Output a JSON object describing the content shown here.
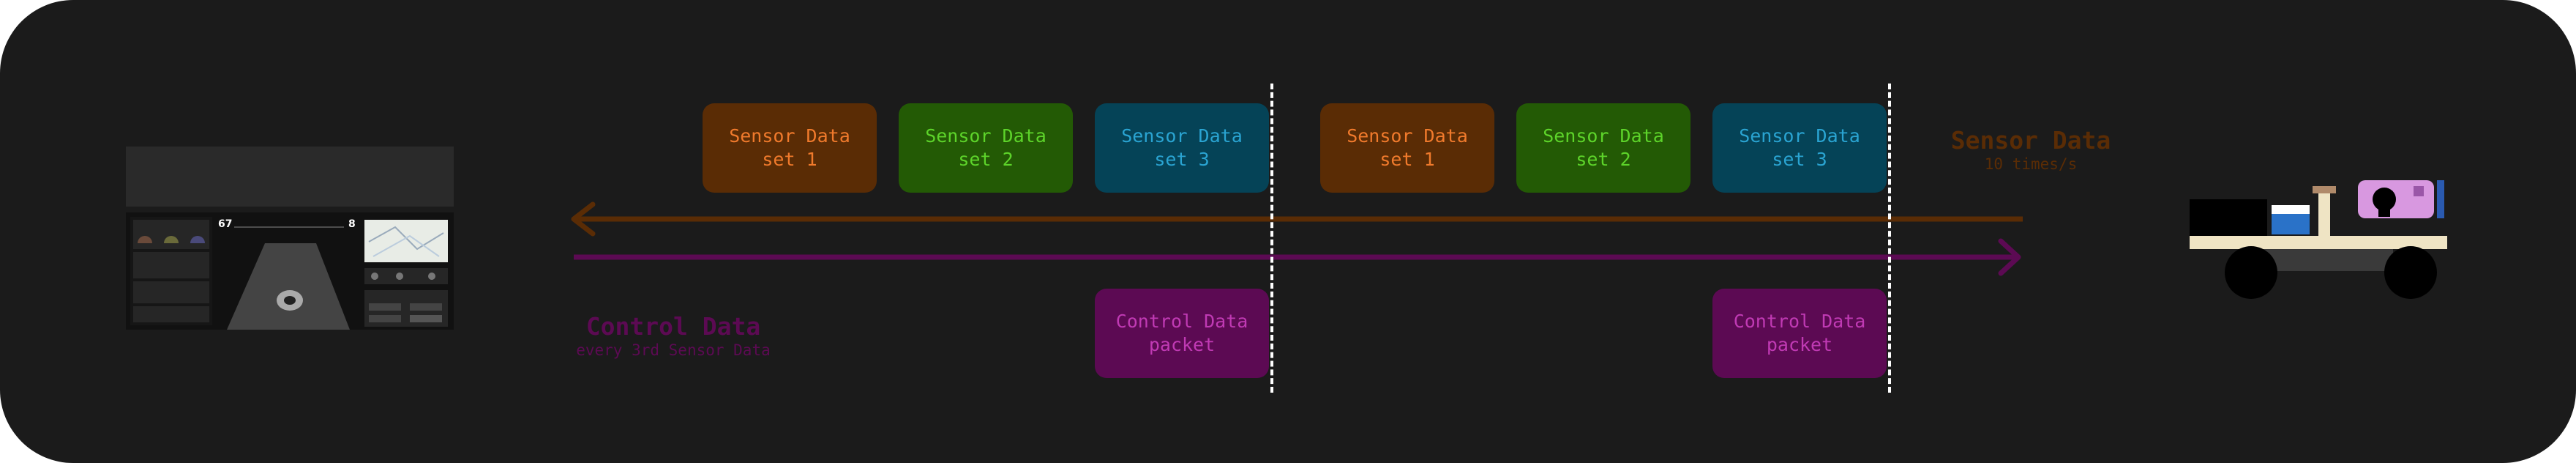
{
  "sensor_packets": [
    {
      "line1": "Sensor Data",
      "line2": "set 1"
    },
    {
      "line1": "Sensor Data",
      "line2": "set 2"
    },
    {
      "line1": "Sensor Data",
      "line2": "set 3"
    },
    {
      "line1": "Sensor Data",
      "line2": "set 1"
    },
    {
      "line1": "Sensor Data",
      "line2": "set 2"
    },
    {
      "line1": "Sensor Data",
      "line2": "set 3"
    }
  ],
  "control_packets": [
    {
      "line1": "Control Data",
      "line2": "packet"
    },
    {
      "line1": "Control Data",
      "line2": "packet"
    }
  ],
  "sensor_stream": {
    "title": "Sensor Data",
    "rate": "10 times/s"
  },
  "control_stream": {
    "title": "Control Data",
    "rate": "every 3rd Sensor Data"
  },
  "dashboard": {
    "speed_left": "67",
    "speed_right": "8"
  },
  "colors": {
    "background": "#1b1b1b",
    "sensor_arrow": "#5a2c05",
    "control_arrow": "#5c0a53",
    "set1": "#5a2c05",
    "set2": "#235a05",
    "set3": "#054357"
  },
  "icons": [
    "dashboard-screenshot",
    "robot-car-icon"
  ]
}
